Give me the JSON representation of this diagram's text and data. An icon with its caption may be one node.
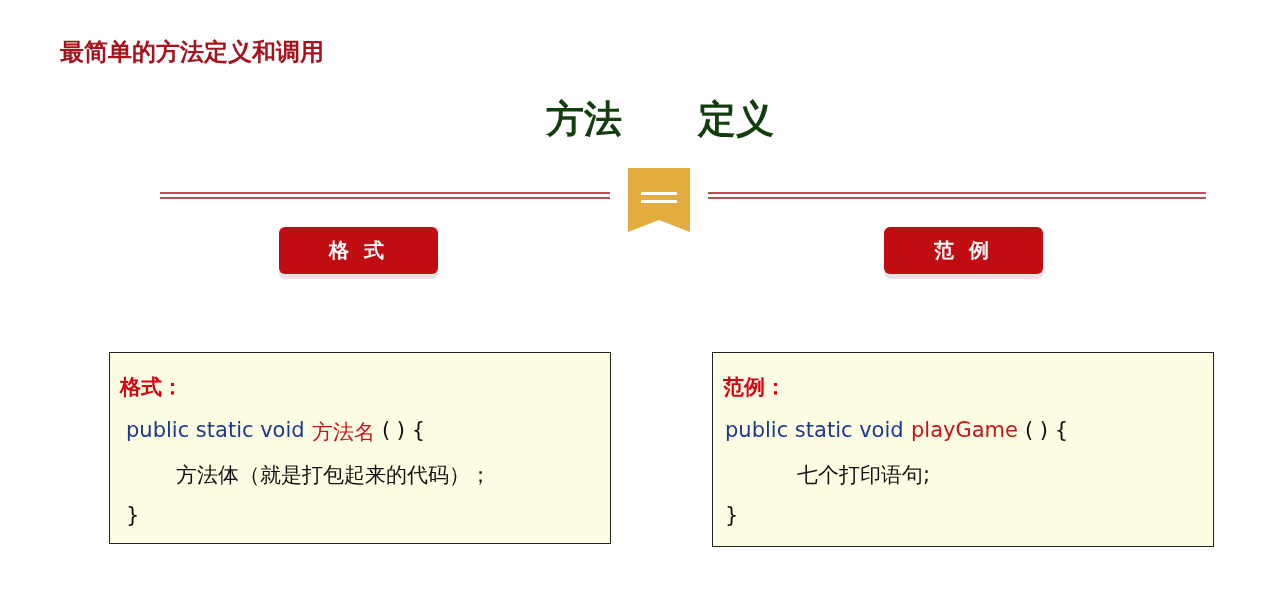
{
  "diagram": {
    "title": "最简单的方法定义和调用",
    "nodes": [
      {
        "text": [
          "格 式"
        ]
      },
      {
        "text": [
          "范 例"
        ]
      },
      {
        "text": [
          "格式：",
          "public static void",
          "方法名",
          "( ) {",
          "方法体（就是打包起来的代码）；",
          "}"
        ]
      },
      {
        "text": [
          "范例：",
          "public static void",
          "playGame",
          "( ) {",
          "七个打印语句;",
          "}"
        ]
      }
    ],
    "labels": [
      "方法　　定义"
    ]
  }
}
